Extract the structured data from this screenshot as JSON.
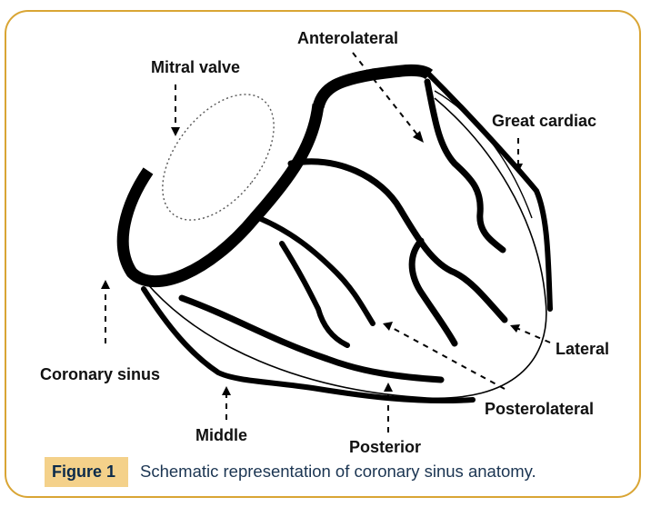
{
  "diagram": {
    "labels": {
      "anterolateral": "Anterolateral",
      "mitral_valve": "Mitral valve",
      "great_cardiac": "Great cardiac",
      "coronary_sinus": "Coronary sinus",
      "lateral": "Lateral",
      "posterolateral": "Posterolateral",
      "middle": "Middle",
      "posterior": "Posterior"
    }
  },
  "caption": {
    "tag": "Figure 1",
    "text": "Schematic representation of coronary sinus anatomy."
  },
  "colors": {
    "frame_border": "#d9a534",
    "tag_background": "#f4d18a",
    "tag_text": "#0b2a4a",
    "caption_text": "#1b3552"
  }
}
